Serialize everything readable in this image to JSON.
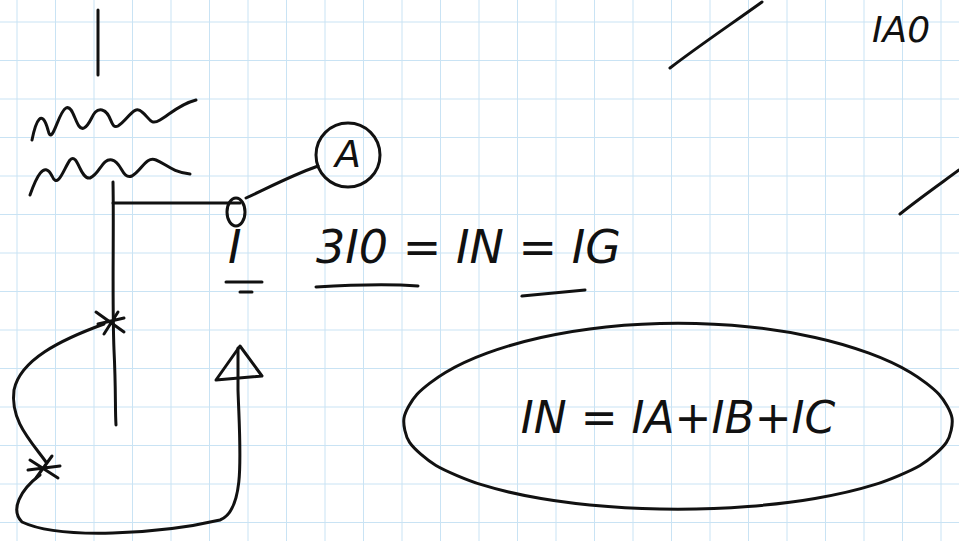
{
  "diagram": {
    "nodes": [
      {
        "text": [
          "A"
        ]
      },
      {
        "text": [
          "IN = IA+IB+IC"
        ]
      }
    ],
    "labels": [
      "IA0",
      "I",
      "3I0 = IN = IG"
    ]
  }
}
